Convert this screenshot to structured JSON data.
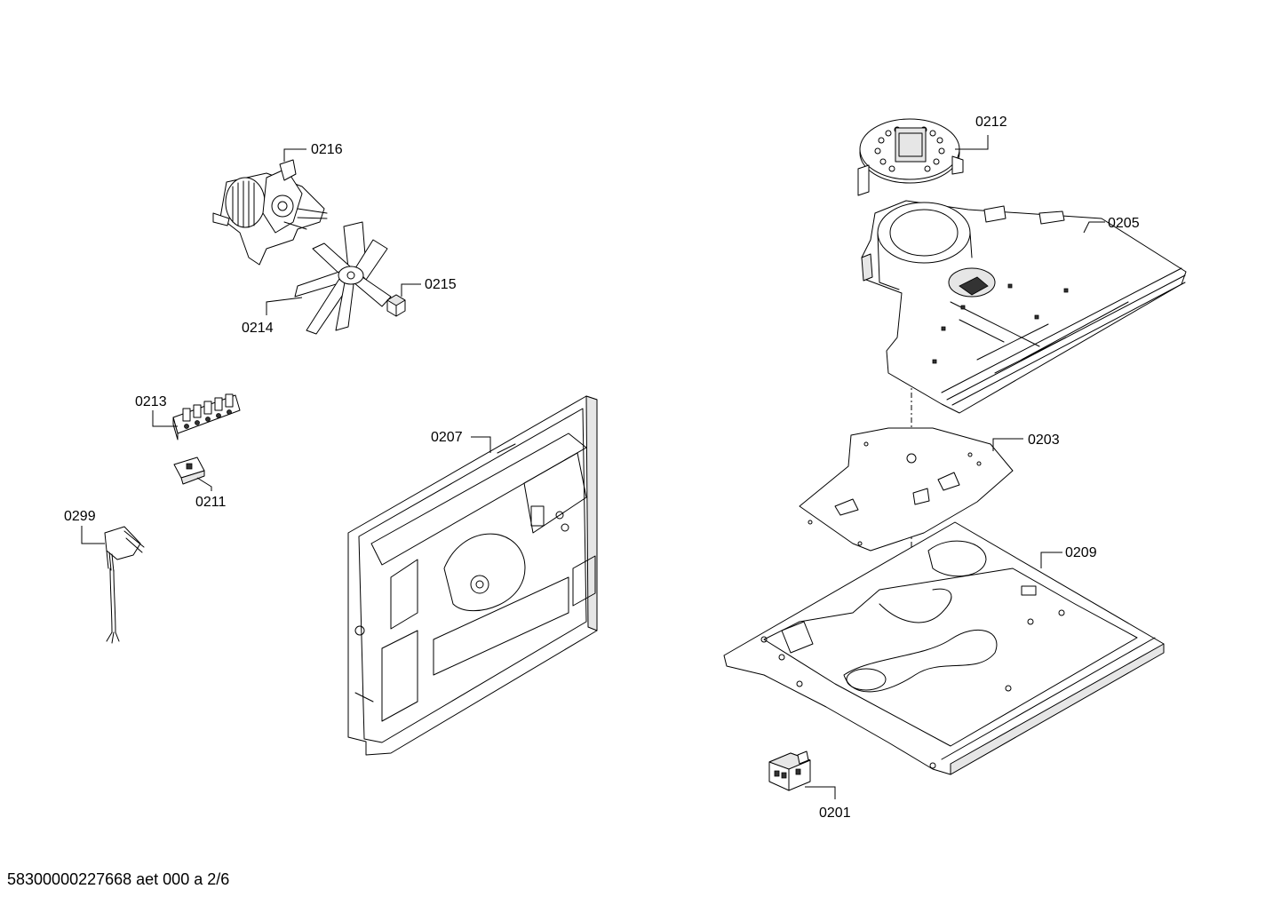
{
  "document_id": "58300000227668 aet 000 a 2/6",
  "callouts": {
    "c0216": "0216",
    "c0215": "0215",
    "c0214": "0214",
    "c0213": "0213",
    "c0211": "0211",
    "c0299": "0299",
    "c0207": "0207",
    "c0212": "0212",
    "c0205": "0205",
    "c0203": "0203",
    "c0209": "0209",
    "c0201": "0201"
  }
}
